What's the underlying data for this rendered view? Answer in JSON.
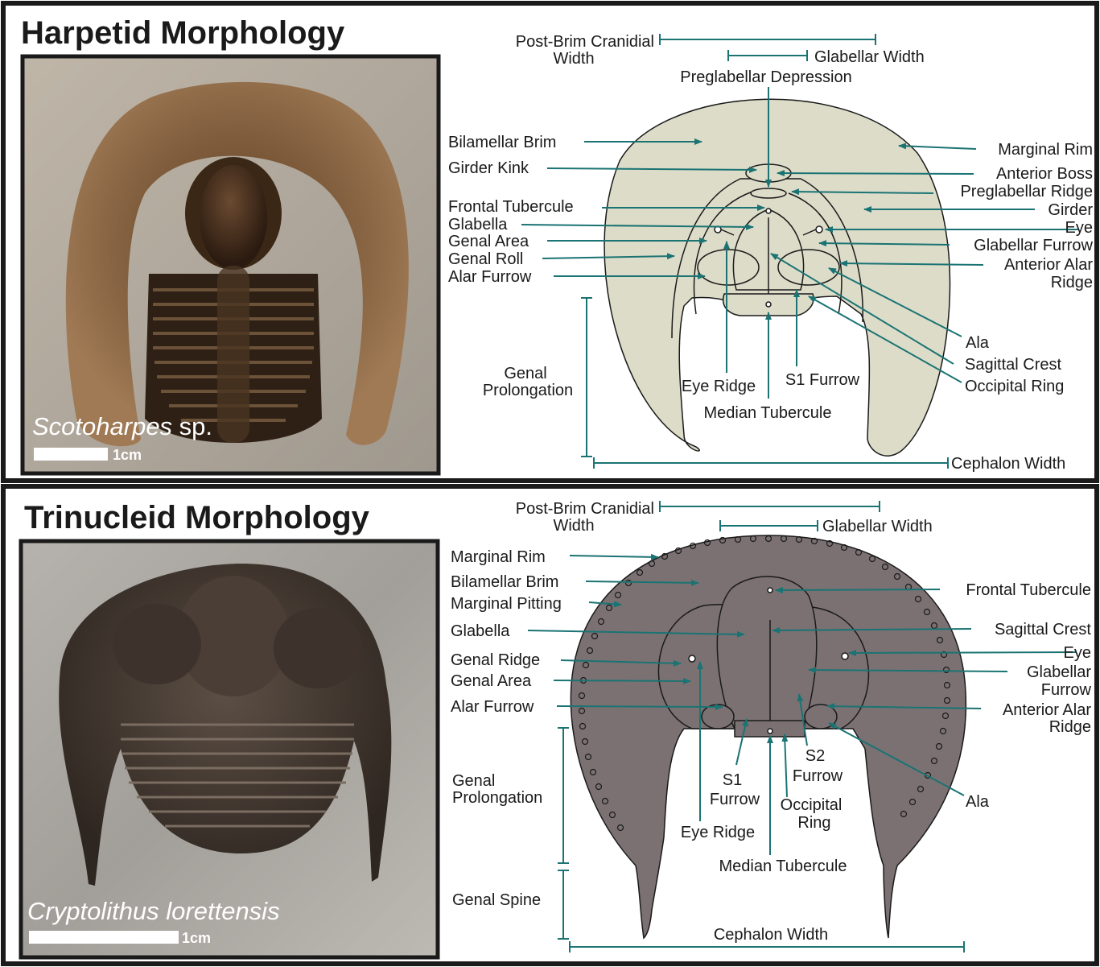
{
  "top": {
    "title": "Harpetid Morphology",
    "photo_species": "Scotoharpes",
    "photo_species_suffix": " sp.",
    "scale_label": "1cm",
    "labels": {
      "post_brim_1": "Post-Brim Cranidial",
      "post_brim_2": "Width",
      "glabellar_width": "Glabellar Width",
      "preglabellar_depression": "Preglabellar Depression",
      "bilamellar_brim": "Bilamellar Brim",
      "girder_kink": "Girder Kink",
      "frontal_tubercule": "Frontal Tubercule",
      "glabella": "Glabella",
      "genal_area": "Genal Area",
      "genal_roll": "Genal Roll",
      "alar_furrow": "Alar Furrow",
      "marginal_rim": "Marginal Rim",
      "anterior_boss": "Anterior Boss",
      "preglabellar_ridge": "Preglabellar Ridge",
      "girder": "Girder",
      "eye": "Eye",
      "glabellar_furrow": "Glabellar Furrow",
      "anterior_alar_1": "Anterior Alar",
      "anterior_alar_2": "Ridge",
      "ala": "Ala",
      "sagittal_crest": "Sagittal Crest",
      "occipital_ring": "Occipital Ring",
      "genal_prolongation_1": "Genal",
      "genal_prolongation_2": "Prolongation",
      "eye_ridge": "Eye Ridge",
      "s1_furrow": "S1 Furrow",
      "median_tubercule": "Median Tubercule",
      "cephalon_width": "Cephalon Width"
    }
  },
  "bottom": {
    "title": "Trinucleid Morphology",
    "photo_species": "Cryptolithus lorettensis",
    "scale_label": "1cm",
    "labels": {
      "post_brim_1": "Post-Brim Cranidial",
      "post_brim_2": "Width",
      "glabellar_width": "Glabellar Width",
      "marginal_rim": "Marginal Rim",
      "bilamellar_brim": "Bilamellar Brim",
      "marginal_pitting": "Marginal Pitting",
      "glabella": "Glabella",
      "genal_ridge": "Genal Ridge",
      "genal_area": "Genal Area",
      "alar_furrow": "Alar Furrow",
      "frontal_tubercule": "Frontal Tubercule",
      "sagittal_crest": "Sagittal Crest",
      "eye": "Eye",
      "glabellar_furrow_1": "Glabellar",
      "glabellar_furrow_2": "Furrow",
      "anterior_alar_1": "Anterior Alar",
      "anterior_alar_2": "Ridge",
      "ala": "Ala",
      "genal_prolongation_1": "Genal",
      "genal_prolongation_2": "Prolongation",
      "s1_1": "S1",
      "s1_2": "Furrow",
      "s2_1": "S2",
      "s2_2": "Furrow",
      "occipital_1": "Occipital",
      "occipital_2": "Ring",
      "eye_ridge": "Eye Ridge",
      "median_tubercule": "Median Tubercule",
      "genal_spine": "Genal Spine",
      "cephalon_width": "Cephalon Width"
    }
  },
  "colors": {
    "leader": "#1b7373",
    "harpetid_fill": "#dcdcc9",
    "trinucleid_fill": "#7b7173",
    "frame": "#1a1a1a"
  }
}
